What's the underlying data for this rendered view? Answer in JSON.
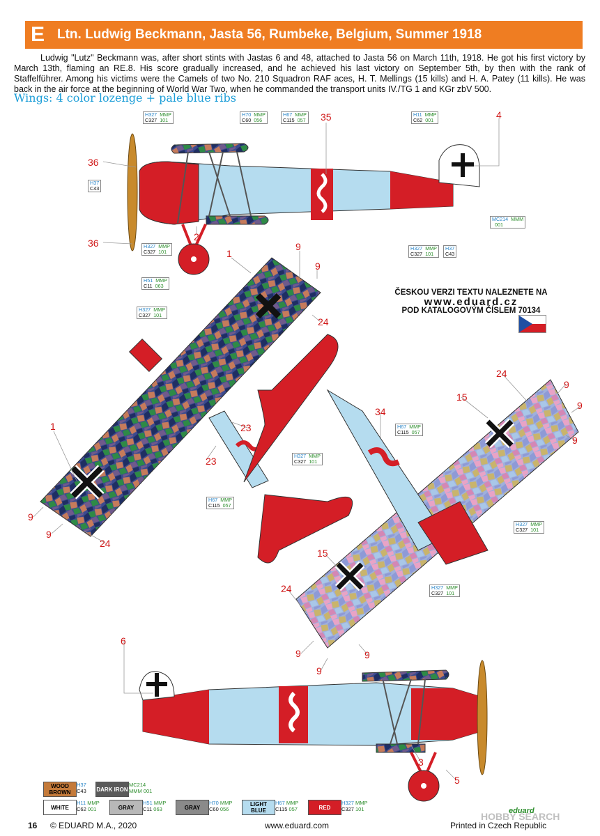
{
  "header": {
    "letter": "E",
    "title": "Ltn. Ludwig Beckmann, Jasta 56, Rumbeke, Belgium, Summer 1918",
    "accent_color": "#ef7d22"
  },
  "bio": "Ludwig \"Lutz\" Beckmann was, after short stints with Jastas 6 and 48, attached to Jasta 56 on March 11th, 1918. He got his first victory by March 13th, flaming an RE.8. His score gradually increased, and he achieved his last victory on September 5th, by then with the rank of Staffelführer. Among his victims were the Camels of two No. 210 Squadron RAF aces, H. T. Mellings (15 kills) and H. A. Patey (11 kills). He was back in the air force at the beginning of World War Two, when he commanded the transport units IV./TG 1 and KGr zbV 500.",
  "subtitle": "Wings: 4 color lozenge + pale blue ribs",
  "paint_labels": {
    "h327_a": [
      "H327",
      "MMP",
      "C327",
      "101"
    ],
    "h70": [
      "H70",
      "MMP",
      "C60",
      "056"
    ],
    "h67_a": [
      "H67",
      "MMP",
      "C115",
      "057"
    ],
    "h11": [
      "H11",
      "MMP",
      "C62",
      "001"
    ],
    "h37_a": [
      "H37",
      "",
      "C43",
      ""
    ],
    "h327_b": [
      "H327",
      "MMP",
      "C327",
      "101"
    ],
    "h51": [
      "H51",
      "MMP",
      "C11",
      "063"
    ],
    "mc214": [
      "MC214",
      "MMM",
      "",
      "001"
    ],
    "h327_c": [
      "H327",
      "MMP",
      "C327",
      "101"
    ],
    "h37_b": [
      "H37",
      "",
      "C43",
      ""
    ],
    "h327_d": [
      "H327",
      "MMP",
      "C327",
      "101"
    ],
    "h67_b": [
      "H67",
      "MMP",
      "C115",
      "057"
    ],
    "h327_e": [
      "H327",
      "MMP",
      "C327",
      "101"
    ],
    "h67_c": [
      "H67",
      "MMP",
      "C115",
      "057"
    ],
    "h327_f": [
      "H327",
      "MMP",
      "C327",
      "101"
    ],
    "h327_g": [
      "H327",
      "MMP",
      "C327",
      "101"
    ]
  },
  "callouts": {
    "n36a": "36",
    "n36b": "36",
    "n35": "35",
    "n4": "4",
    "n2": "2",
    "n1a": "1",
    "n9a": "9",
    "n9b": "9",
    "n24a": "24",
    "n23a": "23",
    "n23b": "23",
    "n1b": "1",
    "n9c": "9",
    "n9d": "9",
    "n24b": "24",
    "n34": "34",
    "n24c": "24",
    "n9e": "9",
    "n9f": "9",
    "n15a": "15",
    "n9g": "9",
    "n15b": "15",
    "n24d": "24",
    "n9h": "9",
    "n9i": "9",
    "n9j": "9",
    "n6": "6",
    "n3": "3",
    "n5": "5"
  },
  "czech_note": {
    "line1": "ČESKOU VERZI TEXTU NALEZNETE NA",
    "url": "www.eduard.cz",
    "line2": "POD KATALOGOVÝM ČÍSLEM 70134"
  },
  "legend": [
    {
      "name": "WOOD BROWN",
      "color": "#c47a3a",
      "text_color": "#000",
      "h": "H37",
      "c": "C43",
      "h2": "",
      "c2": ""
    },
    {
      "name": "DARK IRON",
      "color": "#5a5a5a",
      "text_color": "#fff",
      "h": "",
      "c": "",
      "h2": "MC214",
      "c2": "MMM 001"
    },
    {
      "name": "WHITE",
      "color": "#ffffff",
      "text_color": "#000",
      "h": "H11",
      "c": "C62",
      "h2": "MMP",
      "c2": "001"
    },
    {
      "name": "GRAY",
      "color": "#b8b8b8",
      "text_color": "#000",
      "h": "H51",
      "c": "C11",
      "h2": "MMP",
      "c2": "063"
    },
    {
      "name": "GRAY",
      "color": "#8a8a8a",
      "text_color": "#000",
      "h": "H70",
      "c": "C60",
      "h2": "MMP",
      "c2": "056"
    },
    {
      "name": "LIGHT BLUE",
      "color": "#b5dcef",
      "text_color": "#000",
      "h": "H67",
      "c": "C115",
      "h2": "MMP",
      "c2": "057"
    },
    {
      "name": "RED",
      "color": "#d41e26",
      "text_color": "#fff",
      "h": "H327",
      "c": "C327",
      "h2": "MMP",
      "c2": "101"
    }
  ],
  "footer": {
    "page": "16",
    "copyright": "© EDUARD M.A., 2020",
    "website": "www.eduard.com",
    "printed": "Printed in Czech Republic",
    "brand": "eduard",
    "watermark": "HOBBY SEARCH"
  }
}
